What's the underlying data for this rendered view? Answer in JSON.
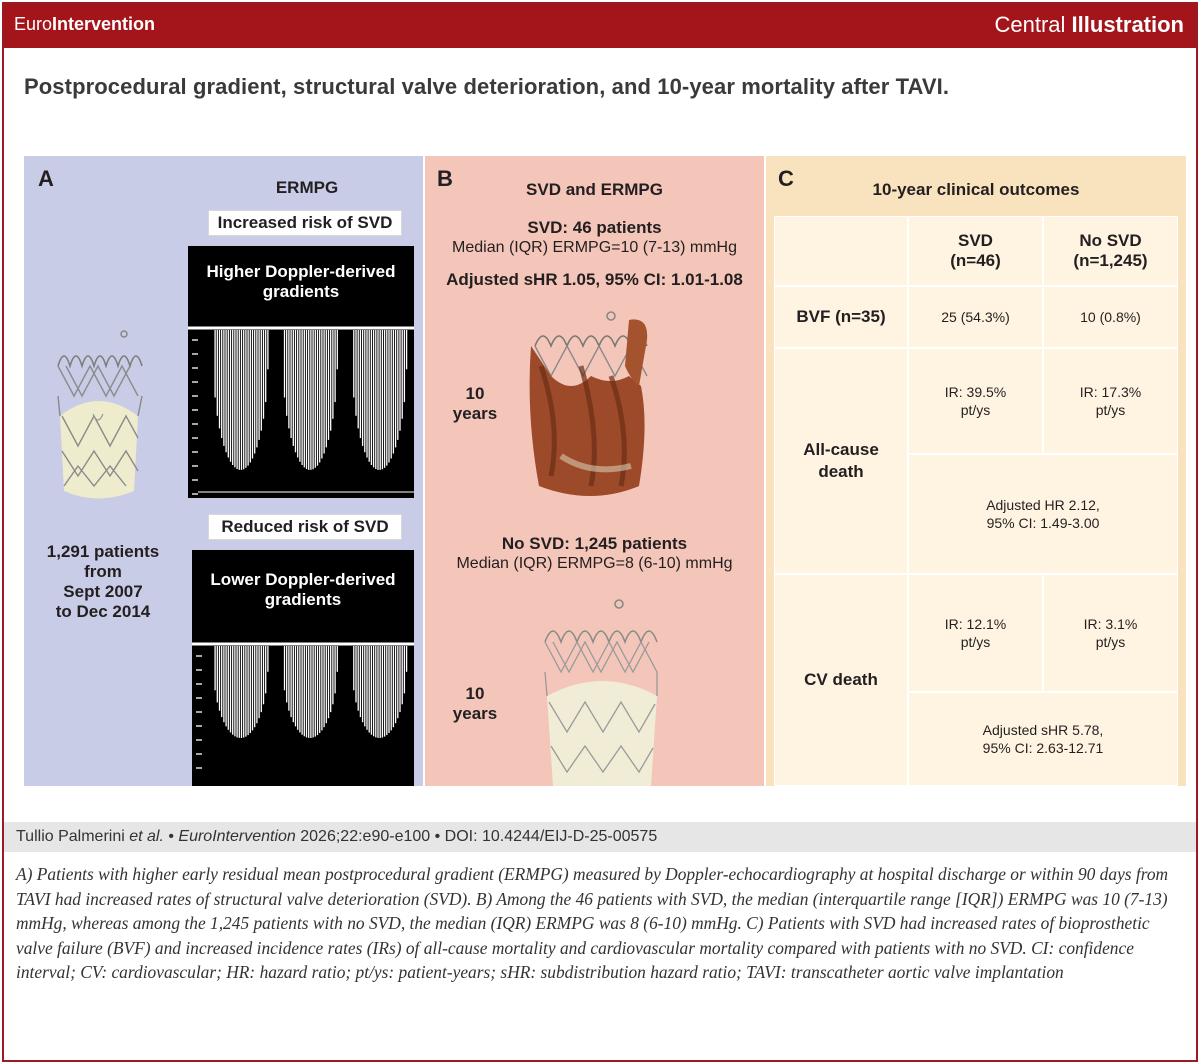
{
  "header": {
    "brand_prefix": "Euro",
    "brand_bold": "Intervention",
    "central_prefix": "Central ",
    "central_bold": "Illustration"
  },
  "title": "Postprocedural gradient, structural valve deterioration, and 10-year mortality after TAVI.",
  "panel_a": {
    "label": "A",
    "ermpg": "ERMPG",
    "increased": "Increased risk of SVD",
    "higher": "Higher Doppler-derived gradients",
    "reduced": "Reduced risk of SVD",
    "lower": "Lower Doppler-derived gradients",
    "patients_line1": "1,291 patients",
    "patients_line2": "from",
    "patients_line3": "Sept 2007",
    "patients_line4": "to Dec 2014"
  },
  "panel_b": {
    "label": "B",
    "title": "SVD and ERMPG",
    "svd_count": "SVD: 46 patients",
    "svd_median": "Median (IQR) ERMPG=10 (7-13) mmHg",
    "svd_adjusted": "Adjusted sHR 1.05, 95% CI: 1.01-1.08",
    "years_num": "10",
    "years_word": "years",
    "nosvd_count": "No SVD: 1,245 patients",
    "nosvd_median": "Median (IQR) ERMPG=8 (6-10) mmHg"
  },
  "panel_c": {
    "label": "C",
    "title": "10-year clinical outcomes",
    "col_svd": "SVD",
    "col_svd_n": "(n=46)",
    "col_nosvd": "No SVD",
    "col_nosvd_n": "(n=1,245)",
    "bvf": "BVF (n=35)",
    "bvf_svd": "25 (54.3%)",
    "bvf_nosvd": "10 (0.8%)",
    "allcause_1": "All-cause",
    "allcause_2": "death",
    "ac_ir_svd_1": "IR: 39.5%",
    "ac_ir_svd_2": "pt/ys",
    "ac_ir_nosvd_1": "IR: 17.3%",
    "ac_ir_nosvd_2": "pt/ys",
    "ac_adj_1": "Adjusted HR 2.12,",
    "ac_adj_2": "95% CI: 1.49-3.00",
    "cv": "CV death",
    "cv_ir_svd_1": "IR: 12.1%",
    "cv_ir_svd_2": "pt/ys",
    "cv_ir_nosvd_1": "IR: 3.1%",
    "cv_ir_nosvd_2": "pt/ys",
    "cv_adj_1": "Adjusted sHR 5.78,",
    "cv_adj_2": "95% CI: 2.63-12.71"
  },
  "citation": {
    "authors": "Tullio Palmerini ",
    "etal": "et al.",
    "sep1": " • ",
    "journal": "EuroIntervention",
    "ref": " 2026;22:e90-e100 • DOI: 10.4244/EIJ-D-25-00575"
  },
  "caption": "A) Patients with higher early residual mean postprocedural gradient (ERMPG) measured by Doppler-echocardiography at hospital discharge or within 90 days from TAVI had increased rates of structural valve deterioration (SVD). B) Among the 46 patients with SVD, the median (interquartile range [IQR]) ERMPG was 10 (7-13) mmHg, whereas among the 1,245 patients with no SVD, the median (IQR) ERMPG was 8 (6-10) mmHg.  C) Patients with SVD had increased rates of bioprosthetic valve failure (BVF) and increased incidence rates (IRs) of all-cause mortality and cardiovascular mortality compared with patients with no SVD. CI: confidence interval; CV: cardiovascular; HR: hazard ratio; pt/ys: patient-years; sHR: subdistribution hazard ratio; TAVI: transcatheter aortic valve implantation",
  "colors": {
    "brand_red": "#a3151b",
    "panel_a": "#c9cce6",
    "panel_b": "#f4c6b9",
    "panel_c": "#f9e3bf"
  }
}
